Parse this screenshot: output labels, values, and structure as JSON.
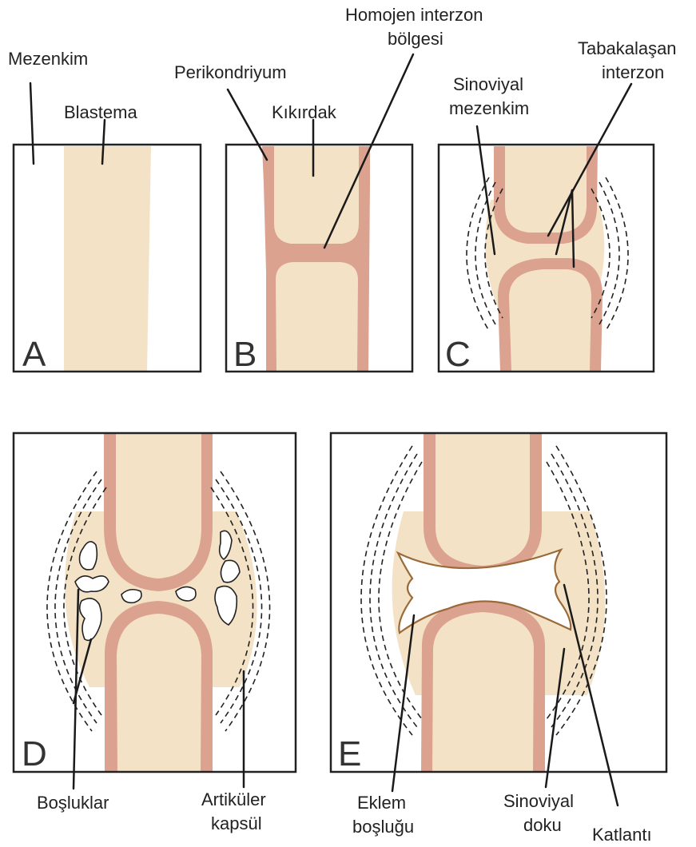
{
  "colors": {
    "cartilage": "#f3e2c5",
    "perichondrium": "#dba28f",
    "outline": "#222222",
    "label_text": "#222222",
    "cavity_outline": "#9a6a3a",
    "space_fill": "#ffffff"
  },
  "panels": {
    "a": {
      "letter": "A"
    },
    "b": {
      "letter": "B"
    },
    "c": {
      "letter": "C"
    },
    "d": {
      "letter": "D"
    },
    "e": {
      "letter": "E"
    }
  },
  "labels": {
    "mezenkim": "Mezenkim",
    "blastema": "Blastema",
    "perikondriyum": "Perikondriyum",
    "kikirdak": "Kıkırdak",
    "homojen_line1": "Homojen interzon",
    "homojen_line2": "bölgesi",
    "sinoviyal_mezenkim_line1": "Sinoviyal",
    "sinoviyal_mezenkim_line2": "mezenkim",
    "tabakalasan_line1": "Tabakalaşan",
    "tabakalasan_line2": "interzon",
    "bosluklar": "Boşluklar",
    "artikuler_line1": "Artiküler",
    "artikuler_line2": "kapsül",
    "eklem_line1": "Eklem",
    "eklem_line2": "boşluğu",
    "sinoviyal_doku_line1": "Sinoviyal",
    "sinoviyal_doku_line2": "doku",
    "katlanti": "Katlantı"
  }
}
